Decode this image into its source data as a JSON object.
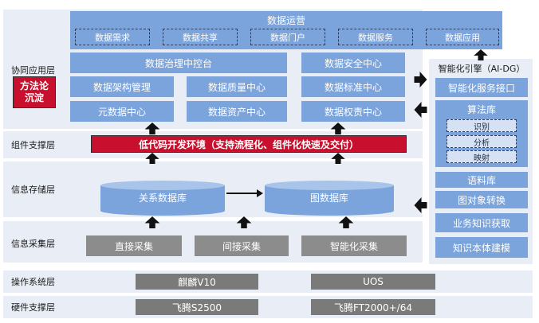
{
  "layers": {
    "collab": "协同应用层",
    "component": "组件支撑层",
    "storage": "信息存储层",
    "collection": "信息采集层",
    "os": "操作系统层",
    "hardware": "硬件支撑层"
  },
  "methodology": "方法论\n沉淀",
  "data_ops": {
    "title": "数据运营",
    "items": [
      "数据需求",
      "数据共享",
      "数据门户",
      "数据服务",
      "数据应用"
    ]
  },
  "governance": {
    "console": "数据治理中控台",
    "arch": "数据架构管理",
    "metadata": "元数据中心",
    "quality": "数据质量中心",
    "asset": "数据资产中心",
    "security": "数据安全中心",
    "standard": "数据标准中心",
    "rights": "数据权责中心"
  },
  "lowcode": "低代码开发环境（支持流程化、组件化快速及交付）",
  "storage": {
    "relational": "关系数据库",
    "graph": "图数据库"
  },
  "collection": {
    "direct": "直接采集",
    "indirect": "间接采集",
    "smart": "智能化采集"
  },
  "os": {
    "left": "麒麟V10",
    "right": "UOS"
  },
  "hardware": {
    "left": "飞腾S2500",
    "right": "飞腾FT2000+/64"
  },
  "ai_engine": {
    "title": "智能化引擎（AI-DG）",
    "service": "智能化服务接口",
    "algo": "算法库",
    "algo_items": [
      "识别",
      "分析",
      "映射"
    ],
    "corpus": "语料库",
    "graph_convert": "图对象转换",
    "knowledge": "业务知识获取",
    "ontology": "知识本体建模"
  },
  "colors": {
    "layer_bg": "#e9eef6",
    "box_blue": "#7ba4dc",
    "red": "#c8102e",
    "gray": "#8c8c8c",
    "arrow": "#111111"
  }
}
